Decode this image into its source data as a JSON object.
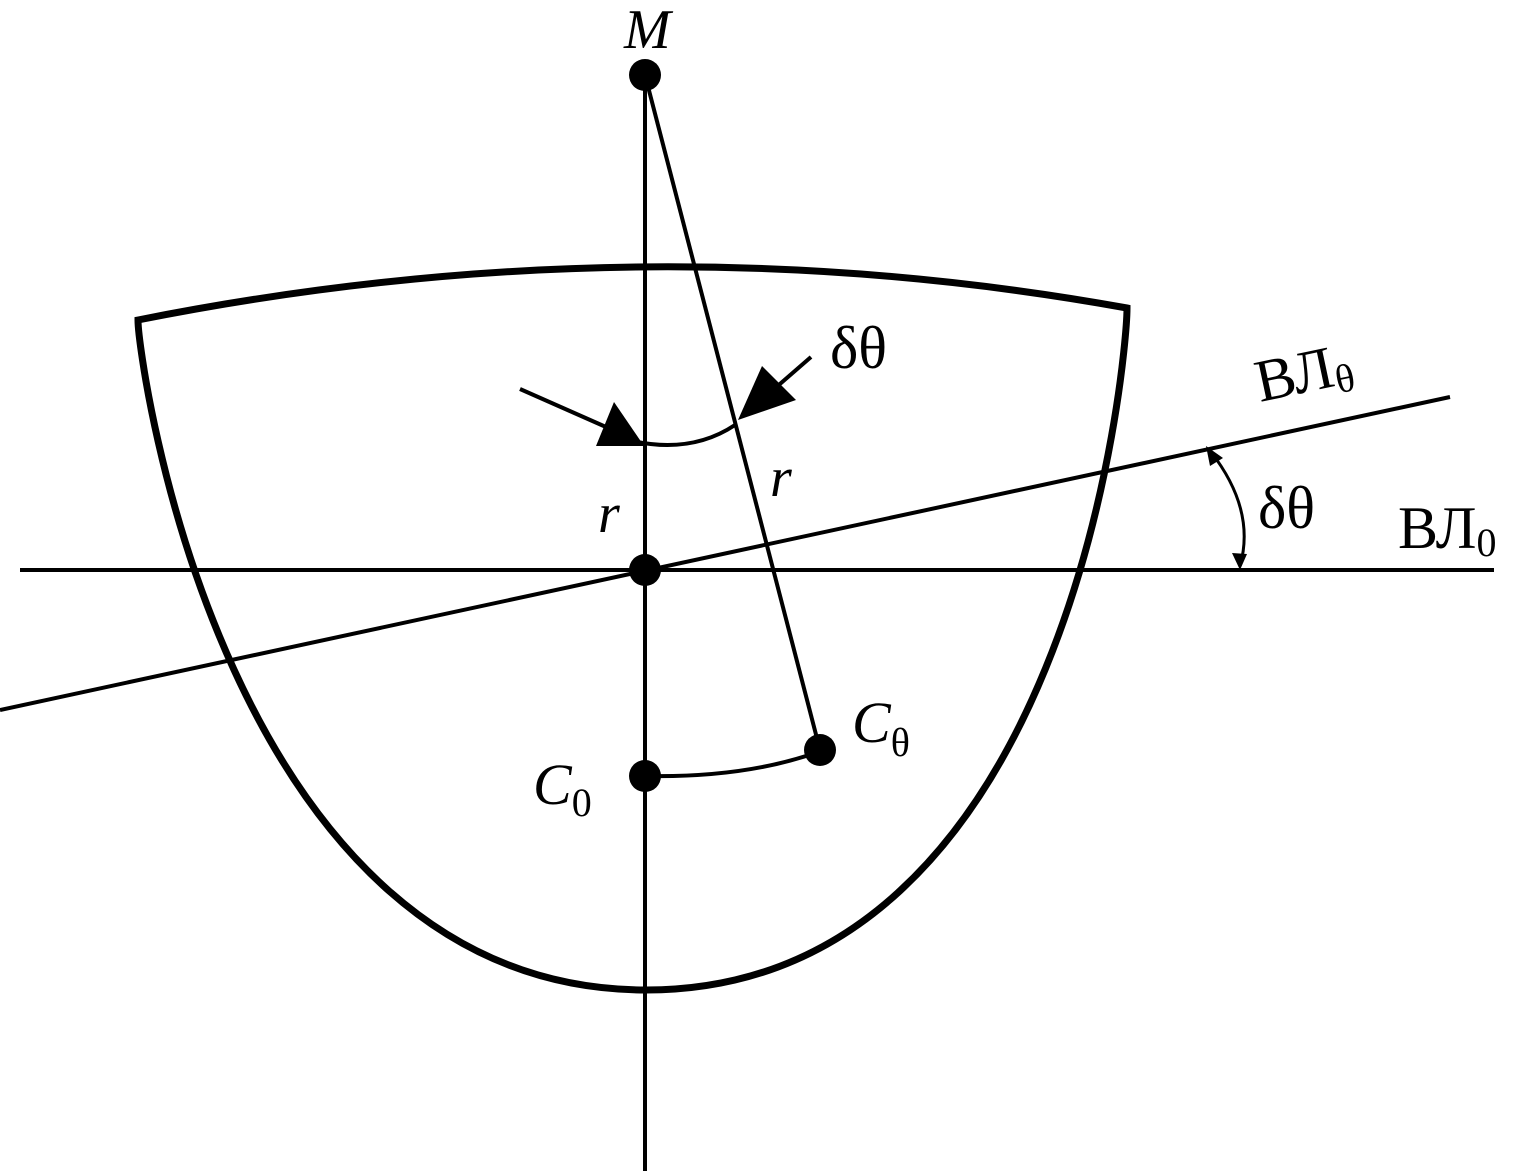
{
  "labels": {
    "metacenter": "M",
    "radius_vertical": "r",
    "radius_inclined": "r",
    "center_initial": "C",
    "center_initial_sub": "0",
    "center_inclined": "C",
    "center_inclined_sub": "θ",
    "angle_top": "δθ",
    "angle_right": "δθ",
    "waterline_inclined": "ВЛ",
    "waterline_inclined_sub": "θ",
    "waterline_initial": "ВЛ",
    "waterline_initial_sub": "0"
  },
  "colors": {
    "ink": "#000000",
    "background": "#ffffff"
  }
}
